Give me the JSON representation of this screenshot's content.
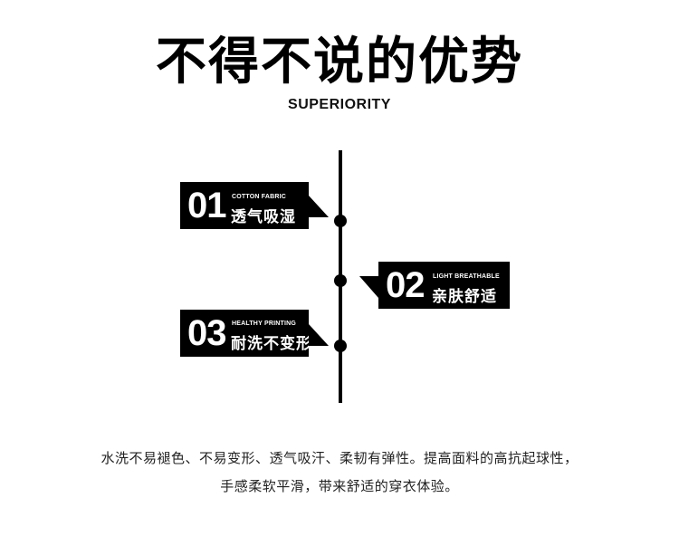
{
  "header": {
    "title": "不得不说的优势",
    "subtitle": "SUPERIORITY"
  },
  "features": [
    {
      "number": "01",
      "english": "COTTON FABRIC",
      "chinese": "透气吸湿"
    },
    {
      "number": "02",
      "english": "LIGHT BREATHABLE",
      "chinese": "亲肤舒适"
    },
    {
      "number": "03",
      "english": "HEALTHY PRINTING",
      "chinese": "耐洗不变形"
    }
  ],
  "description": {
    "line1": "水洗不易褪色、不易变形、透气吸汗、柔韧有弹性。提高面料的高抗起球性，",
    "line2": "手感柔软平滑，带来舒适的穿衣体验。"
  },
  "colors": {
    "card_bg": "#000000",
    "card_text": "#ffffff",
    "line": "#000000"
  }
}
